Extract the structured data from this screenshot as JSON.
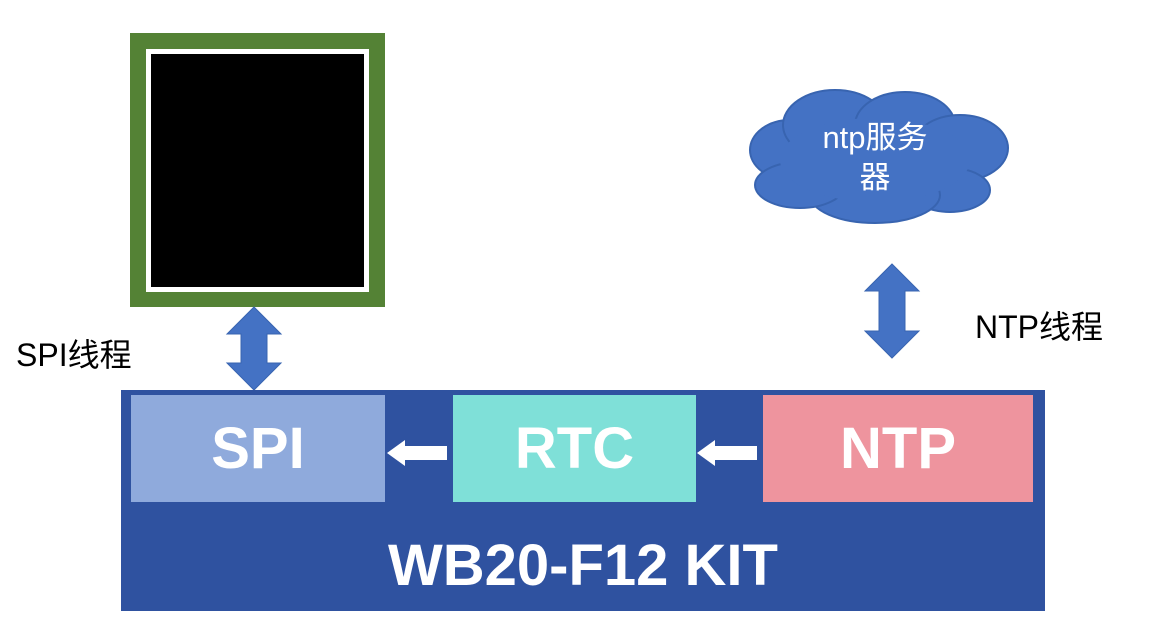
{
  "display": {
    "frame_color": "#548235",
    "screen_color": "#000000"
  },
  "labels": {
    "spi_thread": "SPI线程",
    "ntp_thread": "NTP线程"
  },
  "cloud": {
    "line1": "ntp服务",
    "line2": "器",
    "color": "#4472c4"
  },
  "board": {
    "title": "WB20-F12 KIT",
    "color": "#2f52a0",
    "blocks": [
      {
        "label": "SPI",
        "color": "#8faadc"
      },
      {
        "label": "RTC",
        "color": "#7fe0d8"
      },
      {
        "label": "NTP",
        "color": "#ee949e"
      }
    ]
  },
  "arrow_color": "#4472c4"
}
